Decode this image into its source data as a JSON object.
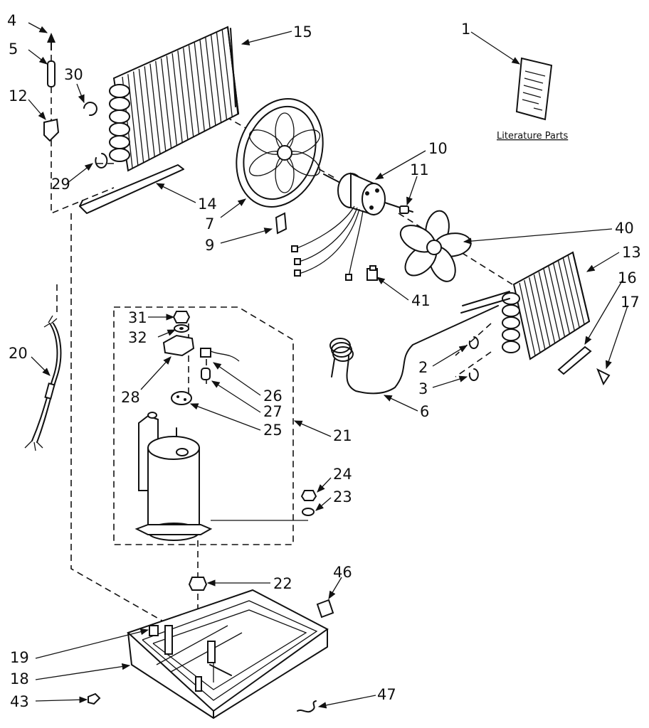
{
  "caption": "Literature Parts",
  "callouts": [
    {
      "id": "c1",
      "label": "1"
    },
    {
      "id": "c2",
      "label": "2"
    },
    {
      "id": "c3",
      "label": "3"
    },
    {
      "id": "c4",
      "label": "4"
    },
    {
      "id": "c5",
      "label": "5"
    },
    {
      "id": "c6",
      "label": "6"
    },
    {
      "id": "c7",
      "label": "7"
    },
    {
      "id": "c9",
      "label": "9"
    },
    {
      "id": "c10",
      "label": "10"
    },
    {
      "id": "c11",
      "label": "11"
    },
    {
      "id": "c12",
      "label": "12"
    },
    {
      "id": "c13",
      "label": "13"
    },
    {
      "id": "c14",
      "label": "14"
    },
    {
      "id": "c15",
      "label": "15"
    },
    {
      "id": "c16",
      "label": "16"
    },
    {
      "id": "c17",
      "label": "17"
    },
    {
      "id": "c18",
      "label": "18"
    },
    {
      "id": "c19",
      "label": "19"
    },
    {
      "id": "c20",
      "label": "20"
    },
    {
      "id": "c21",
      "label": "21"
    },
    {
      "id": "c22",
      "label": "22"
    },
    {
      "id": "c23",
      "label": "23"
    },
    {
      "id": "c24",
      "label": "24"
    },
    {
      "id": "c25",
      "label": "25"
    },
    {
      "id": "c26",
      "label": "26"
    },
    {
      "id": "c27",
      "label": "27"
    },
    {
      "id": "c28",
      "label": "28"
    },
    {
      "id": "c29",
      "label": "29"
    },
    {
      "id": "c30",
      "label": "30"
    },
    {
      "id": "c31",
      "label": "31"
    },
    {
      "id": "c32",
      "label": "32"
    },
    {
      "id": "c40",
      "label": "40"
    },
    {
      "id": "c41",
      "label": "41"
    },
    {
      "id": "c43",
      "label": "43"
    },
    {
      "id": "c46",
      "label": "46"
    },
    {
      "id": "c47",
      "label": "47"
    }
  ]
}
